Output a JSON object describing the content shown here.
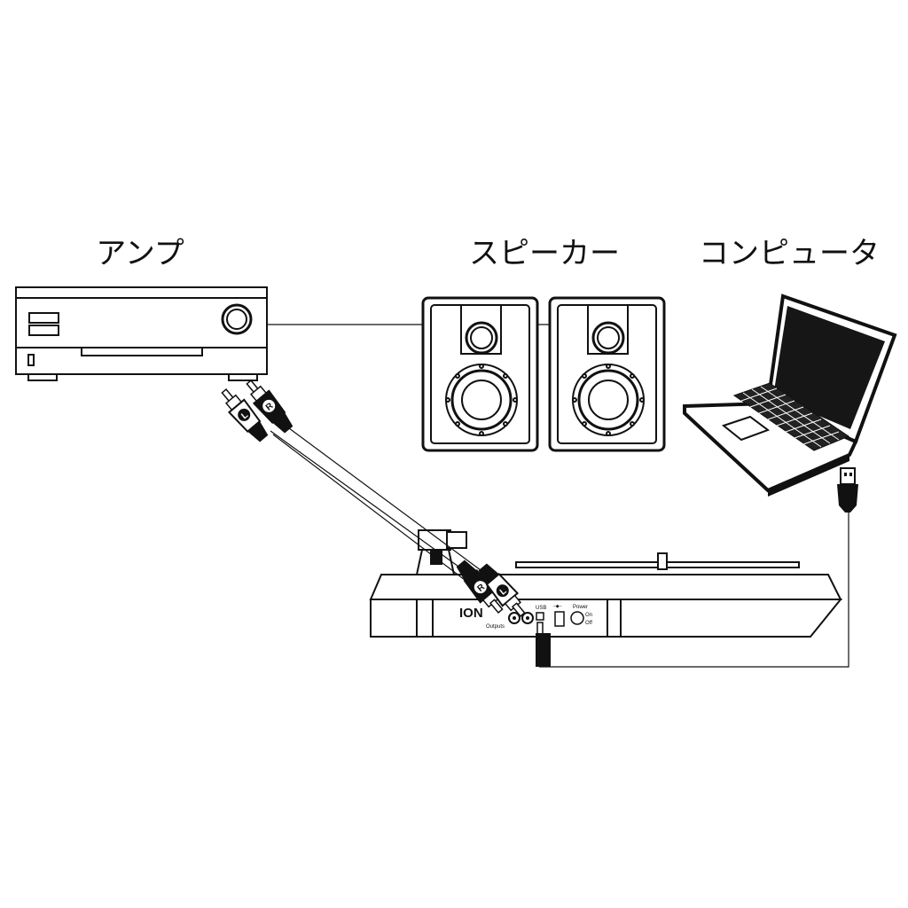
{
  "labels": {
    "amplifier": "アンプ",
    "speakers": "スピーカー",
    "computer": "コンピュータ"
  },
  "turntable": {
    "brand": "ION",
    "outputs_label": "Outputs",
    "usb_label": "USB",
    "dc_label": "–◆–",
    "power_label": "Power",
    "on_label": "On",
    "off_label": "Off"
  },
  "cables": {
    "left_plug": "L",
    "right_plug": "R"
  },
  "colors": {
    "line": "#111111",
    "fill": "#ffffff",
    "dark": "#1a1a1a"
  }
}
